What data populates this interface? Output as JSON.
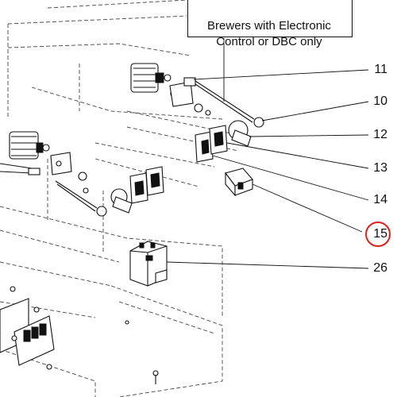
{
  "note": {
    "line1": "Brewers with Electronic",
    "line2": "Control or DBC only"
  },
  "callouts": [
    {
      "number": "11"
    },
    {
      "number": "10"
    },
    {
      "number": "12"
    },
    {
      "number": "13"
    },
    {
      "number": "14"
    },
    {
      "number": "15",
      "highlighted": true
    },
    {
      "number": "26"
    }
  ],
  "colors": {
    "line": "#111111",
    "highlight": "#d9231c"
  }
}
